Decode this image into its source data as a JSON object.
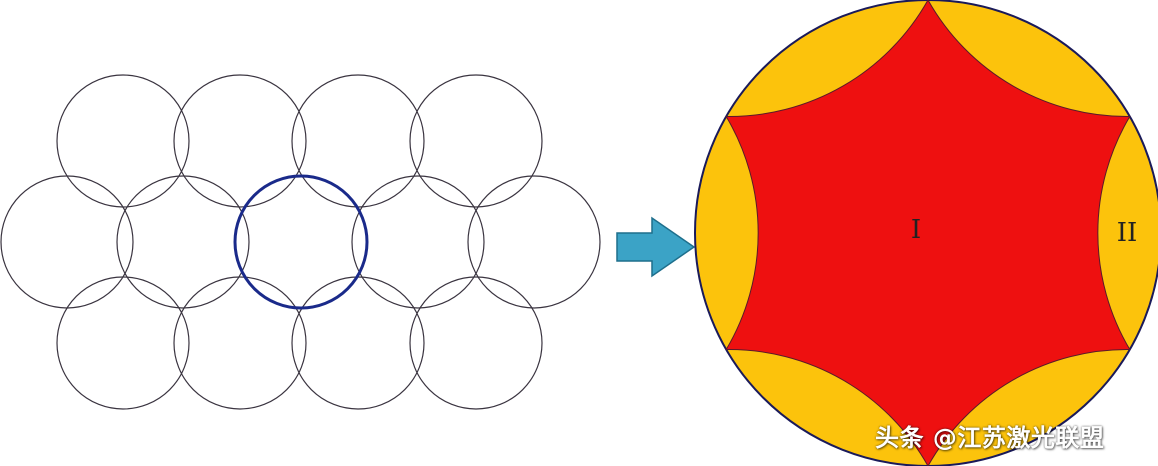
{
  "colors": {
    "circle_outline": "#3a3440",
    "highlight_circle": "#1a2a8a",
    "arrow_fill": "#3ba3c6",
    "arrow_stroke": "#1e6f8c",
    "outer_region": "#fcc30c",
    "inner_region": "#ee1010",
    "outer_boundary": "#1a1a5a"
  },
  "left_diagram": {
    "description_icon": "overlapping-circles-grid",
    "rows": [
      4,
      5,
      4
    ]
  },
  "right_diagram": {
    "region_inner_label": "I",
    "region_outer_label": "II"
  },
  "watermark": "头条 @江苏激光联盟"
}
